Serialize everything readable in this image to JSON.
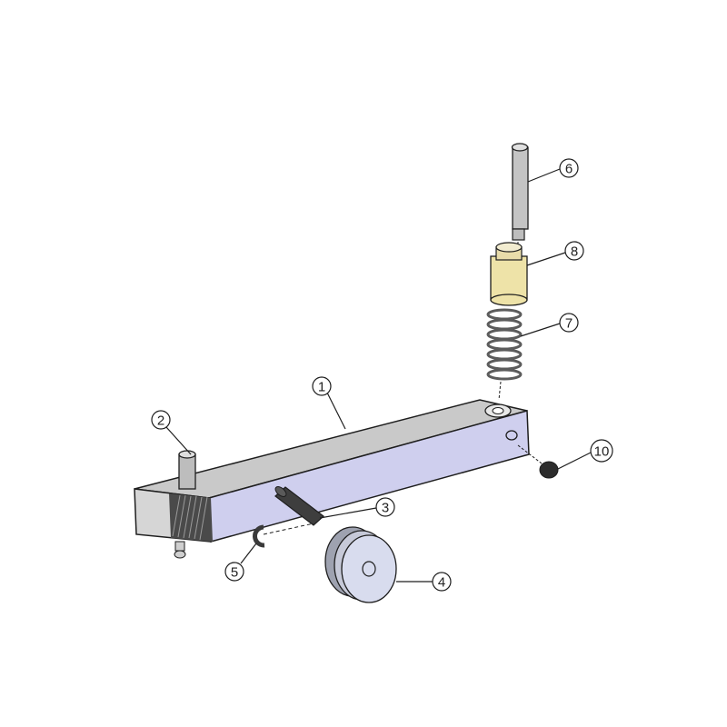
{
  "diagram": {
    "type": "exploded-assembly",
    "background": "#ffffff",
    "colors": {
      "bar_top": "#c9c9c9",
      "bar_side": "#cfcfee",
      "bar_end": "#d6d6d6",
      "thread": "#4a4a4a",
      "dark_part": "#3e3e3e",
      "bushing": "#eee3a8",
      "spring": "#777777",
      "wheel": "#d8dcee",
      "outline": "#1e1e1e"
    },
    "parts": [
      {
        "id": "1",
        "label": "1",
        "name": "arm"
      },
      {
        "id": "2",
        "label": "2",
        "name": "pivot-pin"
      },
      {
        "id": "3",
        "label": "3",
        "name": "axle-stud"
      },
      {
        "id": "4",
        "label": "4",
        "name": "wheel"
      },
      {
        "id": "5",
        "label": "5",
        "name": "e-clip"
      },
      {
        "id": "6",
        "label": "6",
        "name": "plunger-pin"
      },
      {
        "id": "7",
        "label": "7",
        "name": "spring"
      },
      {
        "id": "8",
        "label": "8",
        "name": "bushing"
      },
      {
        "id": "10",
        "label": "10",
        "name": "set-screw"
      }
    ]
  }
}
